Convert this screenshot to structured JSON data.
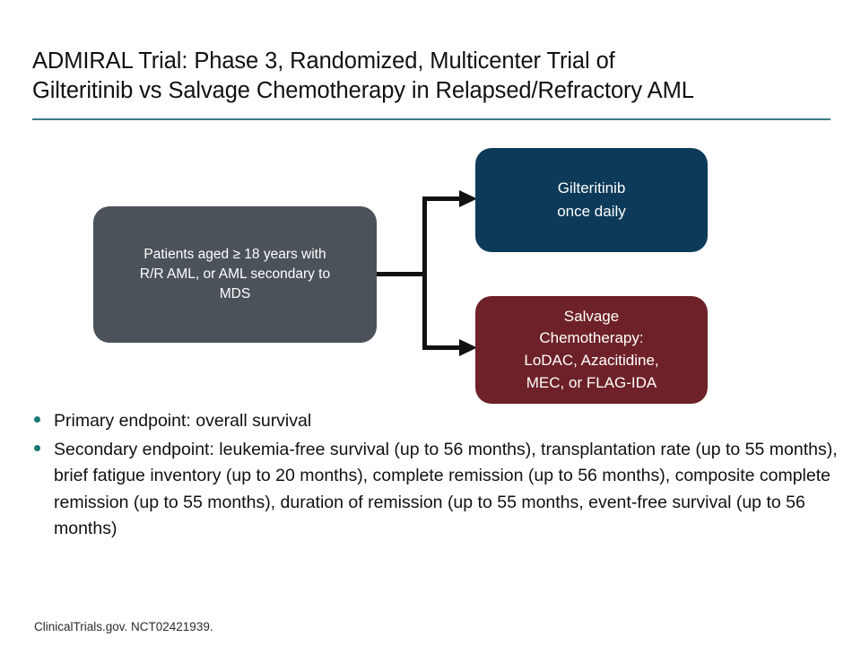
{
  "slide": {
    "title": "ADMIRAL Trial: Phase 3, Randomized, Multicenter Trial of\nGilteritinib vs Salvage Chemotherapy in Relapsed/Refractory AML",
    "rule_color": "#3C7A87",
    "background_color": "#ffffff"
  },
  "diagram": {
    "population_box": {
      "text": "Patients aged ≥ 18 years with\nR/R AML, or AML secondary  to\nMDS",
      "color": "#4B525A"
    },
    "arm_1": {
      "text": "Gilteritinib\nonce daily",
      "color": "#0D3A58"
    },
    "arm_2": {
      "text": "Salvage\nChemotherapy:\nLoDAC, Azacitidine,\nMEC, or FLAG-IDA",
      "color": "#6E2128"
    },
    "connector_color": "#111111"
  },
  "bullets": {
    "dot_color": "#187A73",
    "items": [
      "Primary endpoint: overall survival",
      "Secondary endpoint: leukemia-free survival (up to 56 months), transplantation rate (up to 55 months), brief fatigue inventory (up to 20 months), complete remission (up to 56 months), composite complete remission (up to 55 months), duration of remission (up to 55 months, event-free survival (up to 56 months)"
    ]
  },
  "footer": {
    "citation": "ClinicalTrials.gov. NCT02421939."
  }
}
